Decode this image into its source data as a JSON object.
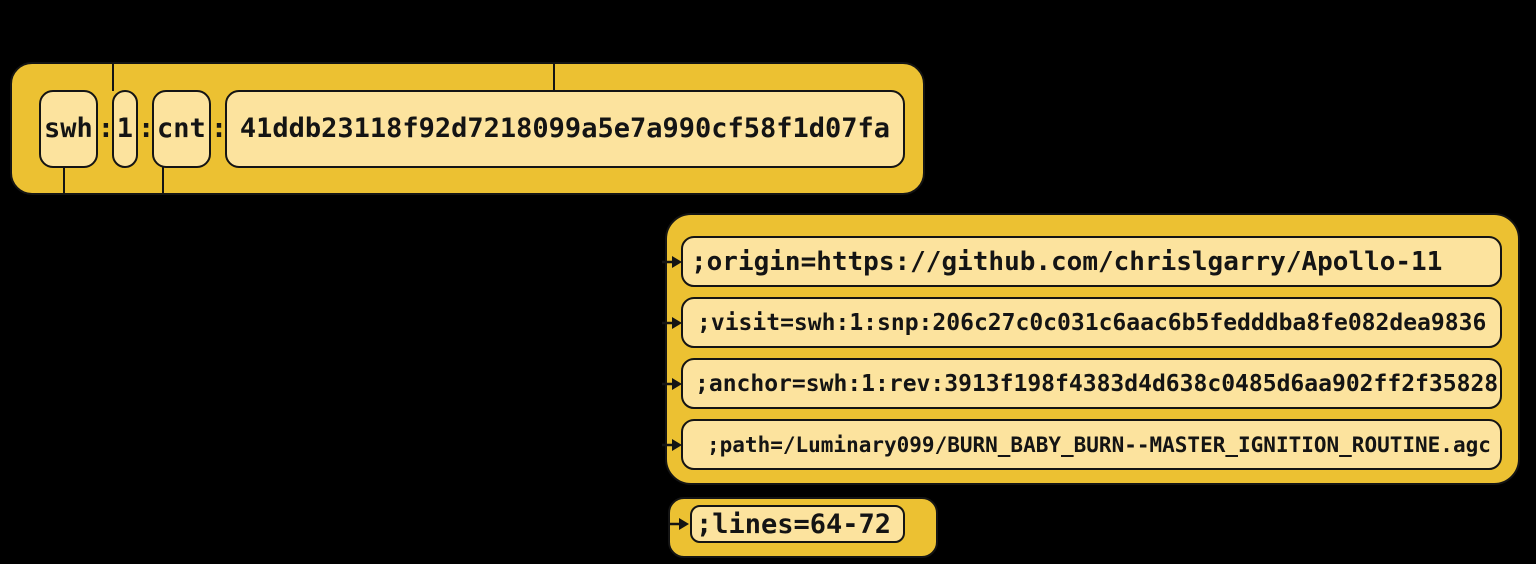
{
  "diagram": "SWHID qualified identifier structure",
  "colors": {
    "background": "#000000",
    "container_gold": "#ECC132",
    "box_fill": "#FCE39E",
    "outline": "#141414"
  },
  "swhid": {
    "scheme": "swh",
    "separator": ":",
    "version": "1",
    "object_type": "cnt",
    "object_id": "41ddb23118f92d7218099a5e7a990cf58f1d07fa"
  },
  "qualifiers": {
    "rows": [
      {
        "name": "origin",
        "text": ";origin=https://github.com/chrislgarry/Apollo-11"
      },
      {
        "name": "visit",
        "text": ";visit=swh:1:snp:206c27c0c031c6aac6b5fedddba8fe082dea9836"
      },
      {
        "name": "anchor",
        "text": ";anchor=swh:1:rev:3913f198f4383d4d638c0485d6aa902ff2f35828"
      },
      {
        "name": "path",
        "text": ";path=/Luminary099/BURN_BABY_BURN--MASTER_IGNITION_ROUTINE.agc"
      }
    ]
  },
  "lines_box": {
    "text": ";lines=64-72"
  }
}
